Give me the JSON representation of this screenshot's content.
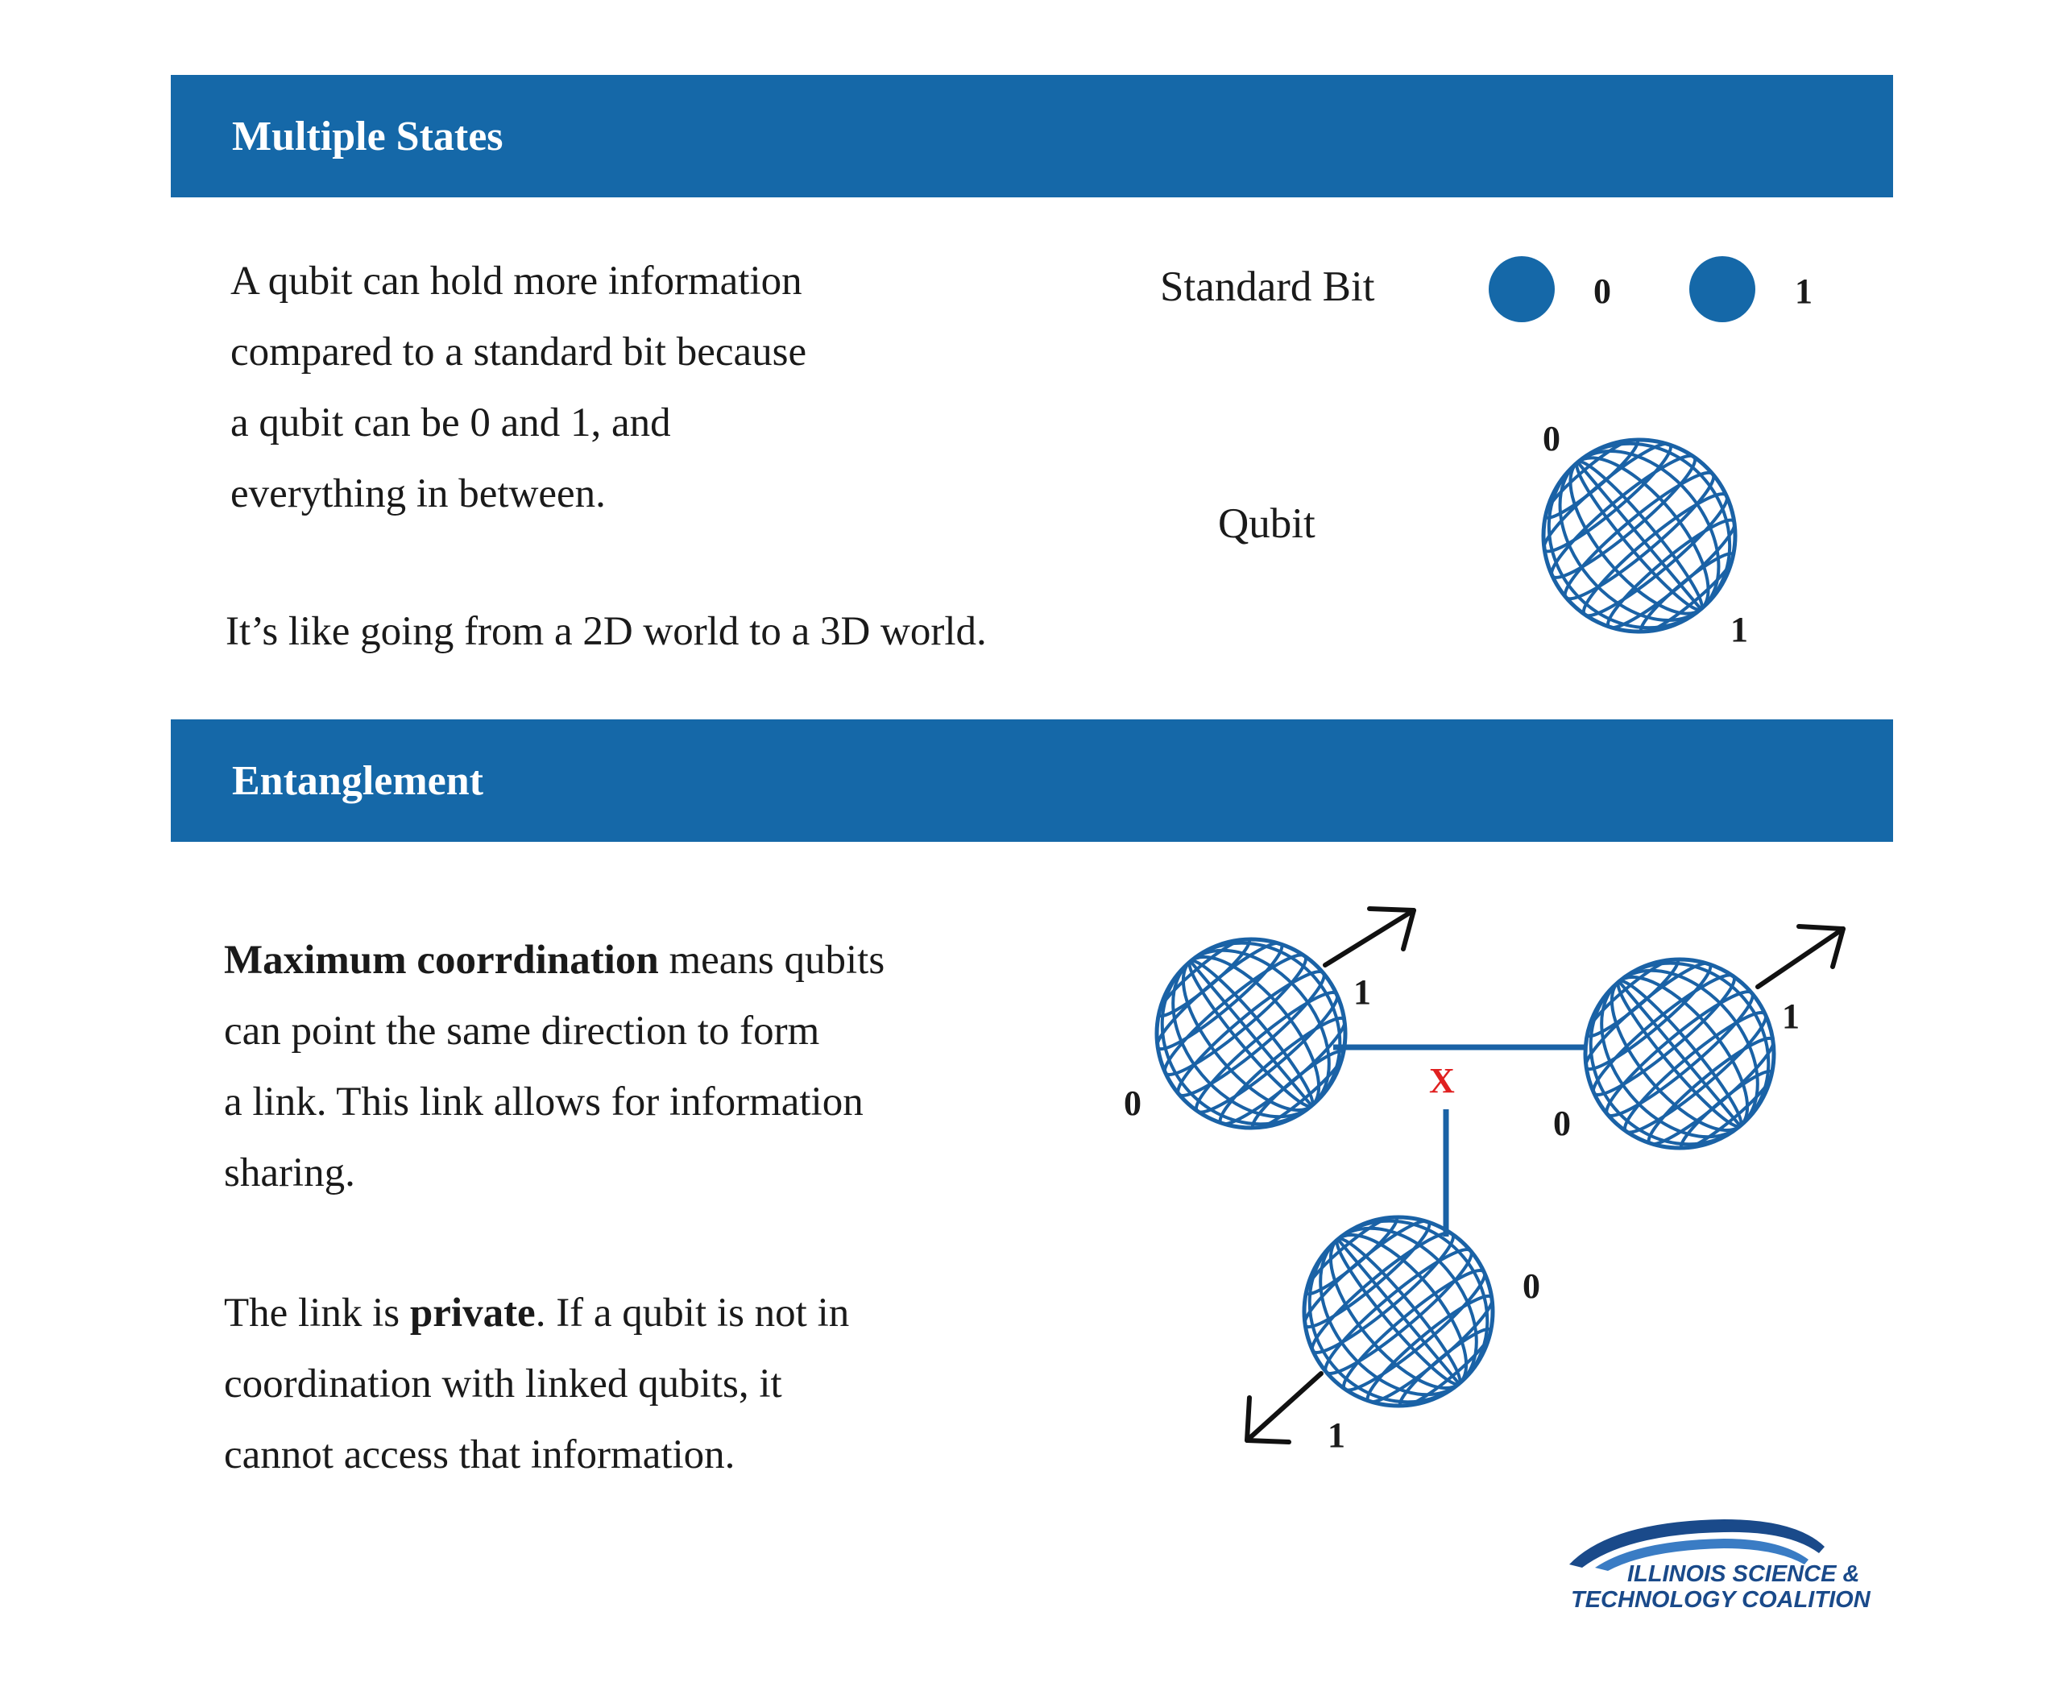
{
  "sections": {
    "multiple_states": {
      "title": "Multiple States",
      "paragraph_1_lines": [
        "A qubit can hold more information",
        "compared to a standard bit because",
        "a qubit can be 0 and 1, and",
        "everything in between."
      ],
      "paragraph_2": "It’s like going from a 2D world to a 3D world.",
      "standard_bit_label": "Standard Bit",
      "bit_states": [
        "0",
        "1"
      ],
      "qubit_label": "Qubit",
      "qubit_states": {
        "top": "0",
        "bottom": "1"
      }
    },
    "entanglement": {
      "title": "Entanglement",
      "paragraph_1": {
        "bold": "Maximum coorrdination",
        "line_1_rest": " means qubits",
        "lines": [
          "can point the same direction to form",
          "a link. This link allows for information",
          "sharing."
        ]
      },
      "paragraph_2": {
        "prefix": "The link is ",
        "bold": "private",
        "line_1_rest": ". If a qubit is not in",
        "lines": [
          "coordination with linked qubits, it",
          "cannot access that information."
        ]
      },
      "diagram": {
        "qubit_left": {
          "state_a": "1",
          "state_b": "0"
        },
        "qubit_right": {
          "state_a": "1",
          "state_b": "0"
        },
        "qubit_bottom": {
          "state_a": "0",
          "state_b": "1"
        },
        "broken_link_mark": "X"
      }
    }
  },
  "logo": {
    "line_1": "ILLINOIS SCIENCE &",
    "line_2": "TECHNOLOGY COALITION"
  },
  "colors": {
    "banner": "#1568a8",
    "sphere_stroke": "#1a62a6",
    "link_line": "#1a62a6",
    "broken_mark": "#e02020",
    "arrow": "#111111"
  }
}
